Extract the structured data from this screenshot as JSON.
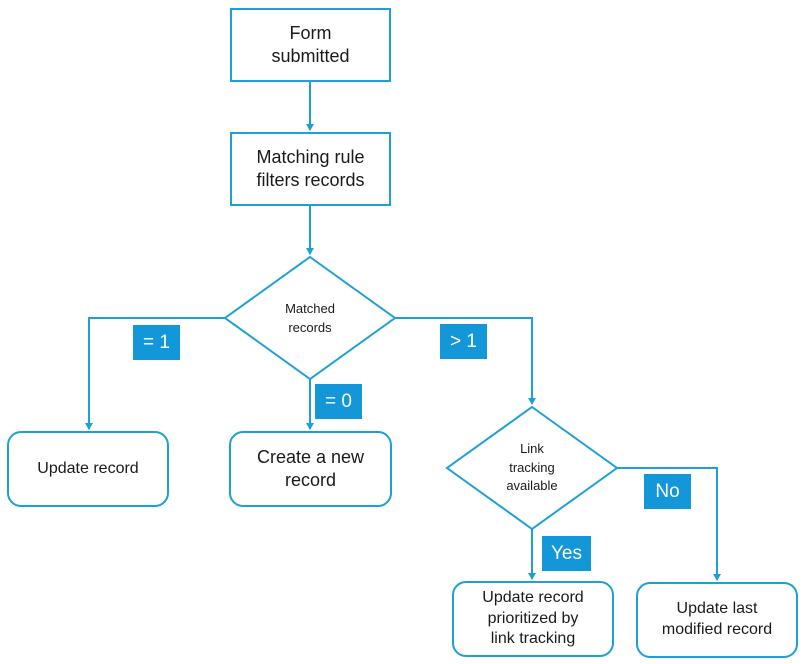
{
  "colors": {
    "stroke": "#1e9fd6",
    "badge_bg": "#1397d8",
    "badge_text": "#ffffff",
    "text": "#1a1a1a"
  },
  "nodes": {
    "form_submitted": {
      "line1": "Form",
      "line2": "submitted"
    },
    "matching_rule": {
      "line1": "Matching rule",
      "line2": "filters records"
    },
    "matched_records": {
      "line1": "Matched",
      "line2": "records"
    },
    "update_record": {
      "label": "Update record"
    },
    "create_new_record": {
      "line1": "Create a new",
      "line2": "record"
    },
    "link_tracking": {
      "line1": "Link",
      "line2": "tracking",
      "line3": "available"
    },
    "update_prioritized": {
      "line1": "Update record",
      "line2": "prioritized by",
      "line3": "link tracking"
    },
    "update_last_modified": {
      "line1": "Update last",
      "line2": "modified record"
    }
  },
  "edges": {
    "eq1": "= 1",
    "eq0": "= 0",
    "gt1": "> 1",
    "yes": "Yes",
    "no": "No"
  }
}
